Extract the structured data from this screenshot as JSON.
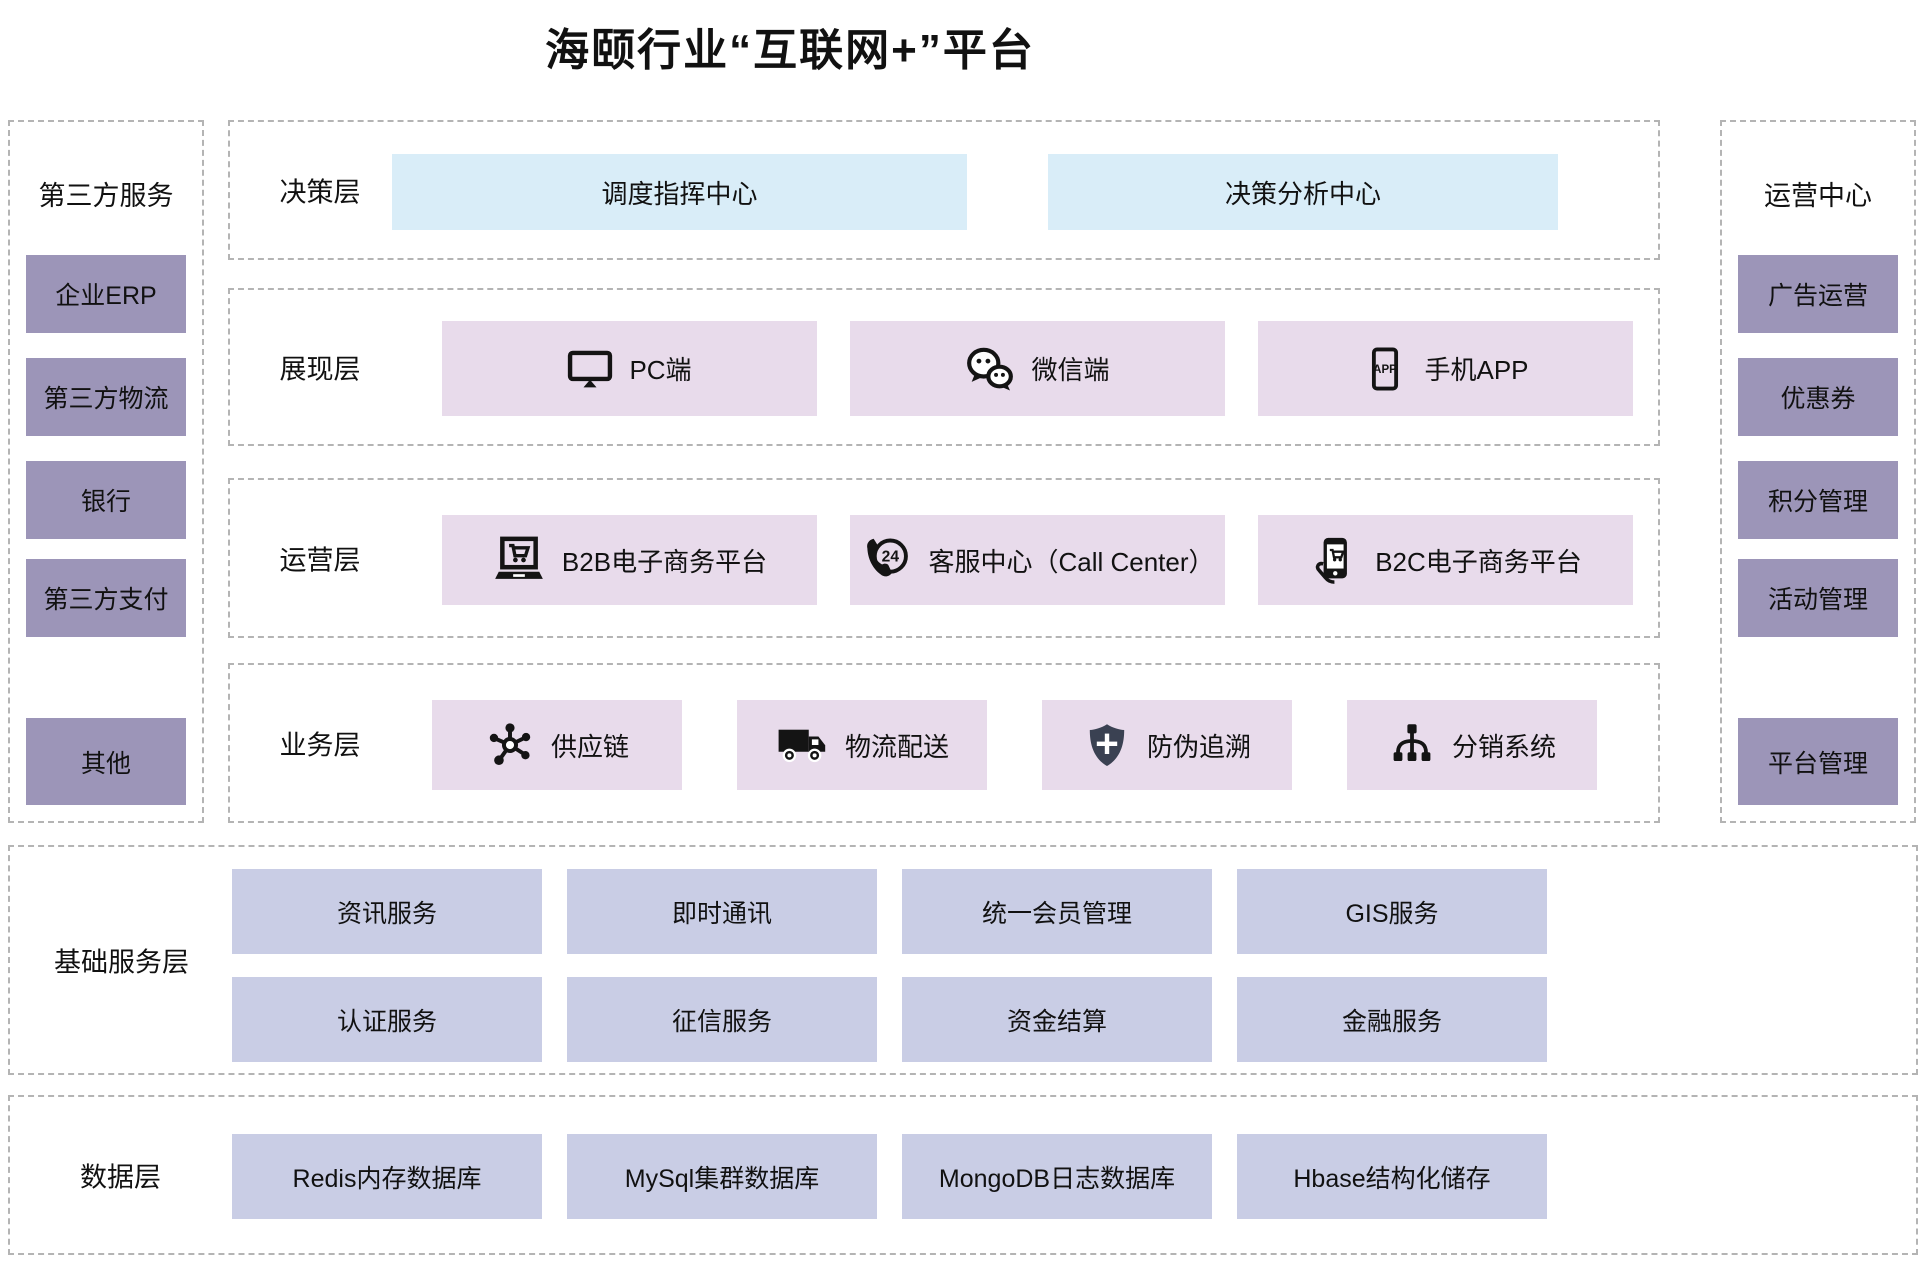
{
  "title": "海颐行业“互联网+”平台",
  "left_panel": {
    "header": "第三方服务",
    "items": [
      "企业ERP",
      "第三方物流",
      "银行",
      "第三方支付",
      "其他"
    ]
  },
  "right_panel": {
    "header": "运营中心",
    "items": [
      "广告运营",
      "优惠券",
      "积分管理",
      "活动管理",
      "平台管理"
    ]
  },
  "layers": [
    {
      "label": "决策层",
      "items": [
        {
          "text": "调度指挥中心"
        },
        {
          "text": "决策分析中心"
        }
      ]
    },
    {
      "label": "展现层",
      "items": [
        {
          "icon": "pc-icon",
          "text": "PC端"
        },
        {
          "icon": "wechat-icon",
          "text": "微信端"
        },
        {
          "icon": "mobile-app-icon",
          "text": "手机APP"
        }
      ]
    },
    {
      "label": "运营层",
      "items": [
        {
          "icon": "b2b-ecommerce-icon",
          "text": "B2B电子商务平台"
        },
        {
          "icon": "call-center-icon",
          "text": "客服中心（Call Center）"
        },
        {
          "icon": "b2c-ecommerce-icon",
          "text": "B2C电子商务平台"
        }
      ]
    },
    {
      "label": "业务层",
      "items": [
        {
          "icon": "supply-chain-icon",
          "text": "供应链"
        },
        {
          "icon": "logistics-icon",
          "text": "物流配送"
        },
        {
          "icon": "anti-counterfeit-icon",
          "text": "防伪追溯"
        },
        {
          "icon": "distribution-icon",
          "text": "分销系统"
        }
      ]
    }
  ],
  "base_service_layer": {
    "label": "基础服务层",
    "rows": [
      [
        "资讯服务",
        "即时通讯",
        "统一会员管理",
        "GIS服务"
      ],
      [
        "认证服务",
        "征信服务",
        "资金结算",
        "金融服务"
      ]
    ]
  },
  "data_layer": {
    "label": "数据层",
    "items": [
      "Redis内存数据库",
      "MySql集群数据库",
      "MongoDB日志数据库",
      "Hbase结构化储存"
    ]
  },
  "colors": {
    "side_box": "#9c95b8",
    "decision_box": "#d9edf8",
    "app_box": "#e8dbeb",
    "service_box": "#c9cde5",
    "dashed_border": "#b4b4b4",
    "shield": "#3a4152",
    "text": "#111111"
  }
}
